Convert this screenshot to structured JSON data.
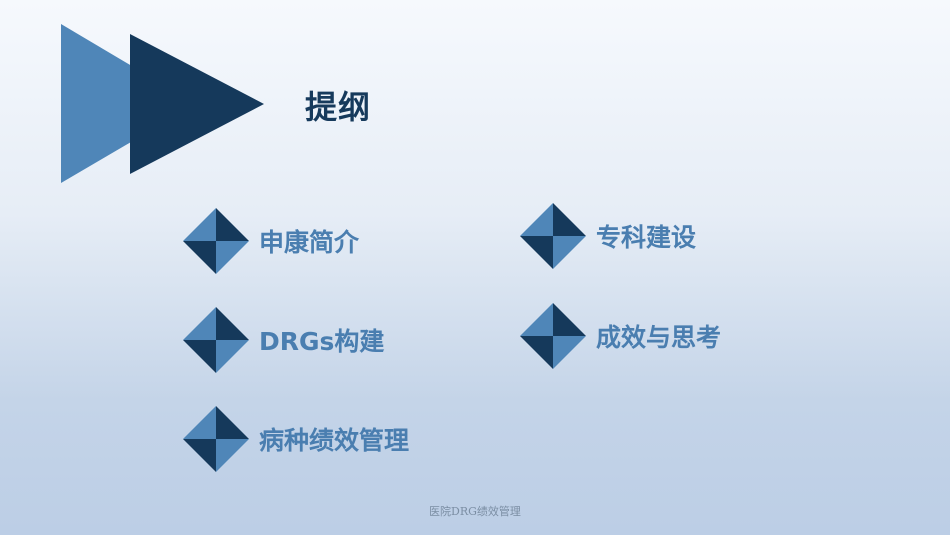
{
  "slide": {
    "title": "提纲",
    "items": [
      {
        "label": "申康简介"
      },
      {
        "label": "专科建设"
      },
      {
        "label": "DRGs构建"
      },
      {
        "label": "成效与思考"
      },
      {
        "label": "病种绩效管理"
      }
    ],
    "footer": "医院DRG绩效管理"
  },
  "colors": {
    "dark_navy": "#163a5c",
    "mid_blue": "#4a7eb0",
    "light_blue": "#4f86b8"
  },
  "icons": [
    "play-triangle-icon",
    "diamond-bullet-icon"
  ]
}
